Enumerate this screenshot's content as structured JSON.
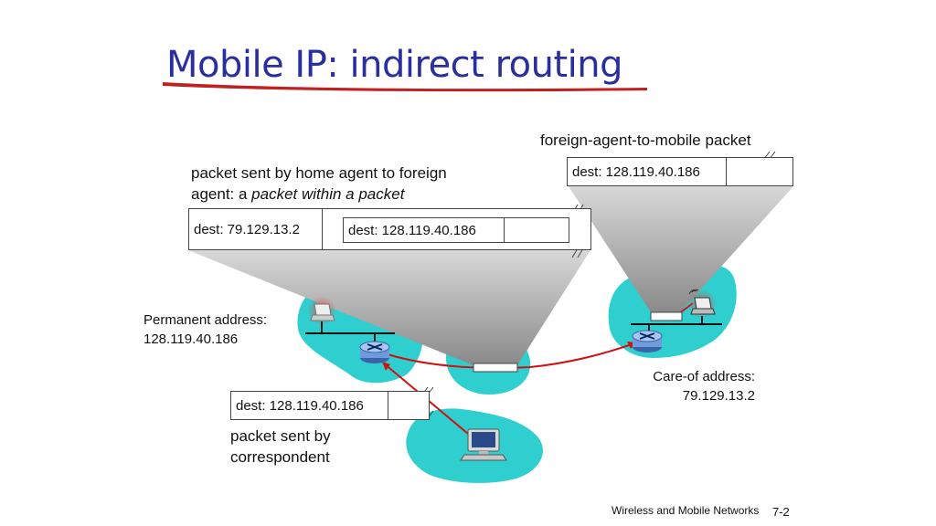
{
  "title": "Mobile IP: indirect routing",
  "labels": {
    "foreign_agent_to_mobile": "foreign-agent-to-mobile packet",
    "home_agent_line1": "packet sent by home agent to foreign",
    "home_agent_line2_prefix": "agent: a ",
    "home_agent_line2_italic": "packet within a packet",
    "permanent_address_label": "Permanent address:",
    "permanent_address_value": "128.119.40.186",
    "care_of_label": "Care-of address:",
    "care_of_value": "79.129.13.2",
    "correspondent_line1": "packet sent by",
    "correspondent_line2": "correspondent"
  },
  "packets": {
    "foreign_to_mobile_dest": "dest: 128.119.40.186",
    "outer_dest": "dest: 79.129.13.2",
    "inner_dest": "dest: 128.119.40.186",
    "correspondent_dest": "dest: 128.119.40.186"
  },
  "footer": {
    "course": "Wireless and Mobile Networks",
    "page": "7-2"
  },
  "colors": {
    "title": "#2a2fa0",
    "network": "#2fcfd0",
    "path": "#d01010",
    "underline": "#c02020"
  }
}
